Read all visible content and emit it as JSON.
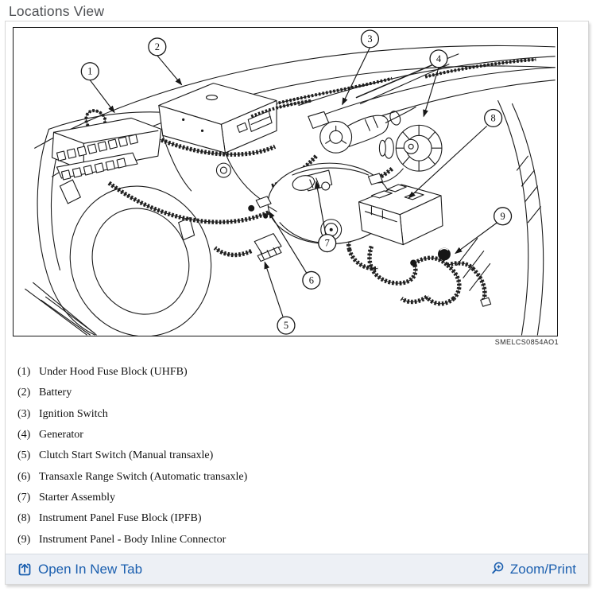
{
  "header": {
    "title": "Locations View"
  },
  "diagram": {
    "watermark": "SMELCS0854AO1",
    "callouts": [
      {
        "number": "1"
      },
      {
        "number": "2"
      },
      {
        "number": "3"
      },
      {
        "number": "4"
      },
      {
        "number": "5"
      },
      {
        "number": "6"
      },
      {
        "number": "7"
      },
      {
        "number": "8"
      },
      {
        "number": "9"
      }
    ]
  },
  "legend": {
    "items": [
      {
        "num": "(1)",
        "label": "Under Hood Fuse Block (UHFB)"
      },
      {
        "num": "(2)",
        "label": "Battery"
      },
      {
        "num": "(3)",
        "label": "Ignition Switch"
      },
      {
        "num": "(4)",
        "label": "Generator"
      },
      {
        "num": "(5)",
        "label": "Clutch Start Switch (Manual transaxle)"
      },
      {
        "num": "(6)",
        "label": "Transaxle Range Switch (Automatic transaxle)"
      },
      {
        "num": "(7)",
        "label": "Starter Assembly"
      },
      {
        "num": "(8)",
        "label": "Instrument Panel Fuse Block (IPFB)"
      },
      {
        "num": "(9)",
        "label": "Instrument Panel - Body Inline Connector"
      }
    ]
  },
  "footer": {
    "open_in_new_tab": "Open In New Tab",
    "open_icon": "open-in-new-tab-icon",
    "zoom_print": "Zoom/Print",
    "zoom_icon": "zoom-in-icon"
  },
  "colors": {
    "link_blue": "#1b5faf",
    "footer_bg": "#edf0f5",
    "title_gray": "#4d4f53",
    "diagram_border": "#161616"
  }
}
